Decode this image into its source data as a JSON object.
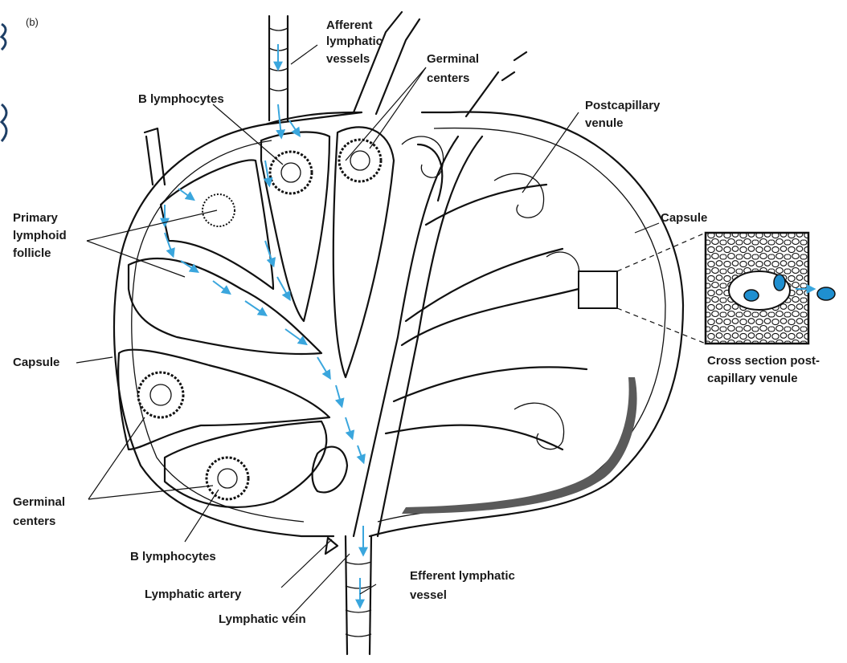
{
  "panel_label": "(b)",
  "colors": {
    "ink": "#111111",
    "flow_arrow": "#3aa6dd",
    "cell_fill": "#1f8fd0",
    "capsule_shade": "#5a5a5a",
    "decor": "#1e3f66"
  },
  "labels": {
    "afferent": [
      "Afferent",
      "lymphatic",
      "vessels"
    ],
    "germinal_top": [
      "Germinal",
      "centers"
    ],
    "b_lymph_top": [
      "B lymphocytes"
    ],
    "postcapillary": [
      "Postcapillary",
      "venule"
    ],
    "primary": [
      "Primary",
      "lymphoid",
      "follicle"
    ],
    "capsule_right": [
      "Capsule"
    ],
    "capsule_left": [
      "Capsule"
    ],
    "cross_section": [
      "Cross section post-",
      "capillary venule"
    ],
    "germinal_bottom": [
      "Germinal",
      "centers"
    ],
    "b_lymph_bottom": [
      "B lymphocytes"
    ],
    "efferent": [
      "Efferent lymphatic",
      "vessel"
    ],
    "lymph_artery": [
      "Lymphatic artery"
    ],
    "lymph_vein": [
      "Lymphatic vein"
    ]
  }
}
